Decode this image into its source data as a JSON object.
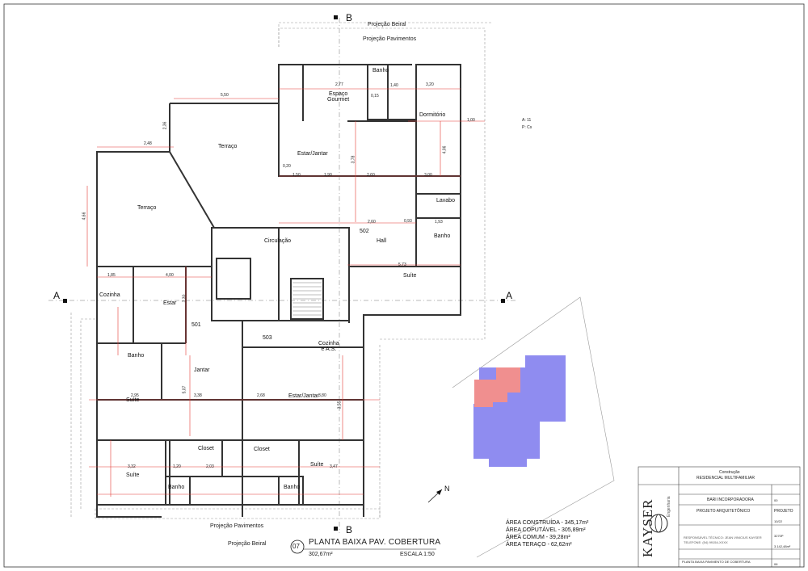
{
  "section_marks": {
    "top": "B",
    "bottom": "B",
    "left": "A",
    "right": "A"
  },
  "projections": {
    "beiral_top": "Projeção Beiral",
    "pavimentos_top": "Projeção Pavimentos",
    "pavimentos_bottom": "Projeção Pavimentos",
    "beiral_bottom": "Projeção Beiral"
  },
  "rooms": {
    "banho_top": "Banho",
    "espaco_gourmet": "Espaço\nGourmet",
    "dormitorio": "Dormitório",
    "terraco_1": "Terraço",
    "estar_jantar_top": "Estar/Jantar",
    "terraco_2": "Terraço",
    "lavabo": "Lavabo",
    "circulacao": "Circulação",
    "unit_502": "502",
    "hall": "Hall",
    "banho_right": "Banho",
    "suite_right": "Suíte",
    "cozinha_left": "Cozinha",
    "estar_left": "Estar",
    "unit_501": "501",
    "unit_503": "503",
    "cozinha_as": "Cozinha\ne A.S.",
    "banho_left": "Banho",
    "jantar": "Jantar",
    "estar_jantar_bottom": "Estar/Jantar",
    "suite_mid_left": "Suíte",
    "closet_1": "Closet",
    "closet_2": "Closet",
    "suite_bottom_left": "Suíte",
    "suite_bottom_right": "Suíte",
    "banho_bottom_1": "Banho",
    "banho_bottom_2": "Banho"
  },
  "dimensions": [
    "5,50",
    "2,77",
    "1,40",
    "3,20",
    "2,48",
    "2,36",
    "1,50",
    "1,90",
    "2,60",
    "3,00",
    "4,66",
    "4,06",
    "1,00",
    "3,78",
    "2,60",
    "5,73",
    "1,85",
    "4,00",
    "3,30",
    "5,07",
    "2,95",
    "3,38",
    "2,68",
    "3,80",
    "3,55",
    "3,32",
    "2,03",
    "3,47",
    "1,20",
    "1,93",
    "0,15",
    "0,20",
    "0,93"
  ],
  "hatch": {
    "north": "N",
    "legend_a": "A: 11",
    "legend_p": "P: Cs"
  },
  "drawing_title": {
    "number": "07",
    "title": "PLANTA BAIXA PAV. COBERTURA",
    "area": "302,67m²",
    "scale": "ESCALA 1:50"
  },
  "area_summary": [
    "ÁREA CONSTRUÍDA - 345,17m²",
    "ÁREA COPUTÁVEL - 305,89m²",
    "ÁREA COMUM - 39,28m²",
    "ÁREA TERAÇO - 62,62m²"
  ],
  "title_block": {
    "logo": "KAYSER",
    "logo_sub": "Engenharia",
    "construcao_label": "Construção",
    "construcao": "RESIDENCIAL MULTIFAMILIAR",
    "proprietario": "BARI INCORPORADORA",
    "projeto": "PROJETO ARQUITETÔNICO",
    "responsavel": "RESPONSÁVEL TÉCNICO: JEAN VINICIUS KAYSER",
    "telefone": "TELEFONE: (54) 99154-XXXX",
    "prancha": "PLANTA BAIXA PAVIMENTO DE COBERTURA",
    "etapa": "PROJETO",
    "data": "10/22",
    "escala_value": "3270P",
    "area_total": "3.142,48m²",
    "folha": "06",
    "numero": "00"
  },
  "colors": {
    "wall": "#3a3a3a",
    "dim_red": "#e53935",
    "blue_zone": "#8f8cf0",
    "red_zone": "#f08f8f",
    "guideline": "#b0b0b0"
  }
}
